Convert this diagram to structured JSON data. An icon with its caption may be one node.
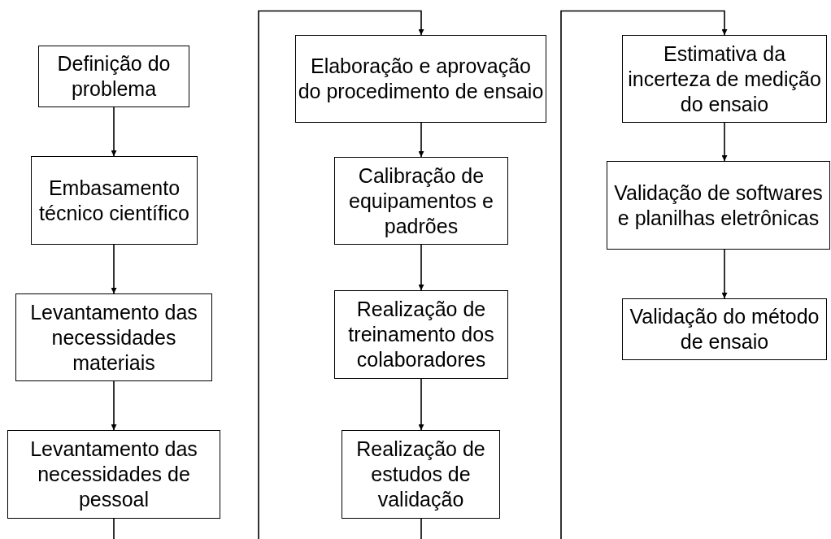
{
  "diagram": {
    "nodes": [
      {
        "text": [
          "Definição do problema"
        ]
      },
      {
        "text": [
          "Embasamento técnico científico"
        ]
      },
      {
        "text": [
          "Levantamento das necessidades materiais"
        ]
      },
      {
        "text": [
          "Levantamento das necessidades de pessoal"
        ]
      },
      {
        "text": [
          "Elaboração e aprovação do procedimento de ensaio"
        ]
      },
      {
        "text": [
          "Calibração de equipamentos e padrões"
        ]
      },
      {
        "text": [
          "Realização de treinamento dos colaboradores"
        ]
      },
      {
        "text": [
          "Realização de estudos de validação"
        ]
      },
      {
        "text": [
          "Estimativa da incerteza de medição do ensaio"
        ]
      },
      {
        "text": [
          "Validação de softwares e planilhas eletrônicas"
        ]
      },
      {
        "text": [
          "Validação do método de ensaio"
        ]
      }
    ],
    "edges": [
      {
        "from": 0,
        "to": 1,
        "arrow": "to"
      },
      {
        "from": 1,
        "to": 2,
        "arrow": "to"
      },
      {
        "from": 2,
        "to": 3,
        "arrow": "to"
      },
      {
        "from": 3,
        "to": 4,
        "arrow": "to"
      },
      {
        "from": 4,
        "to": 5,
        "arrow": "to"
      },
      {
        "from": 5,
        "to": 6,
        "arrow": "to"
      },
      {
        "from": 6,
        "to": 7,
        "arrow": "to"
      },
      {
        "from": 7,
        "to": 8,
        "arrow": "to"
      },
      {
        "from": 8,
        "to": 9,
        "arrow": "to"
      },
      {
        "from": 9,
        "to": 10,
        "arrow": "to"
      }
    ]
  }
}
